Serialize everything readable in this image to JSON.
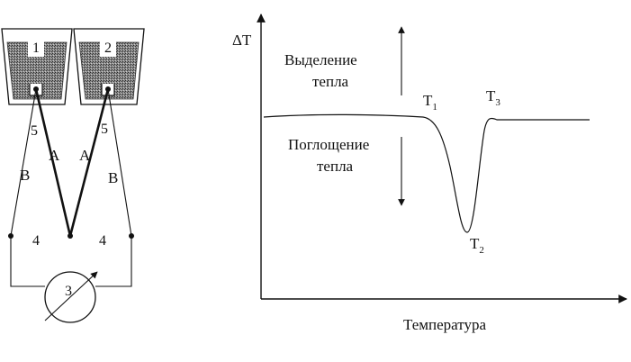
{
  "left_apparatus": {
    "crucible_1": "1",
    "crucible_2": "2",
    "label_5_left": "5",
    "label_5_right": "5",
    "label_A_left": "A",
    "label_A_right": "A",
    "label_B_left": "B",
    "label_B_right": "B",
    "label_4_left": "4",
    "label_4_right": "4",
    "galvanometer": "3"
  },
  "dta_curve": {
    "y_axis_label": "ΔT",
    "x_axis_label": "Температура",
    "heat_release_line1": "Выделение",
    "heat_release_line2": "тепла",
    "heat_absorb_line1": "Поглощение",
    "heat_absorb_line2": "тепла",
    "t1": {
      "base": "T",
      "sub": "1"
    },
    "t2": {
      "base": "T",
      "sub": "2"
    },
    "t3": {
      "base": "T",
      "sub": "3"
    }
  }
}
